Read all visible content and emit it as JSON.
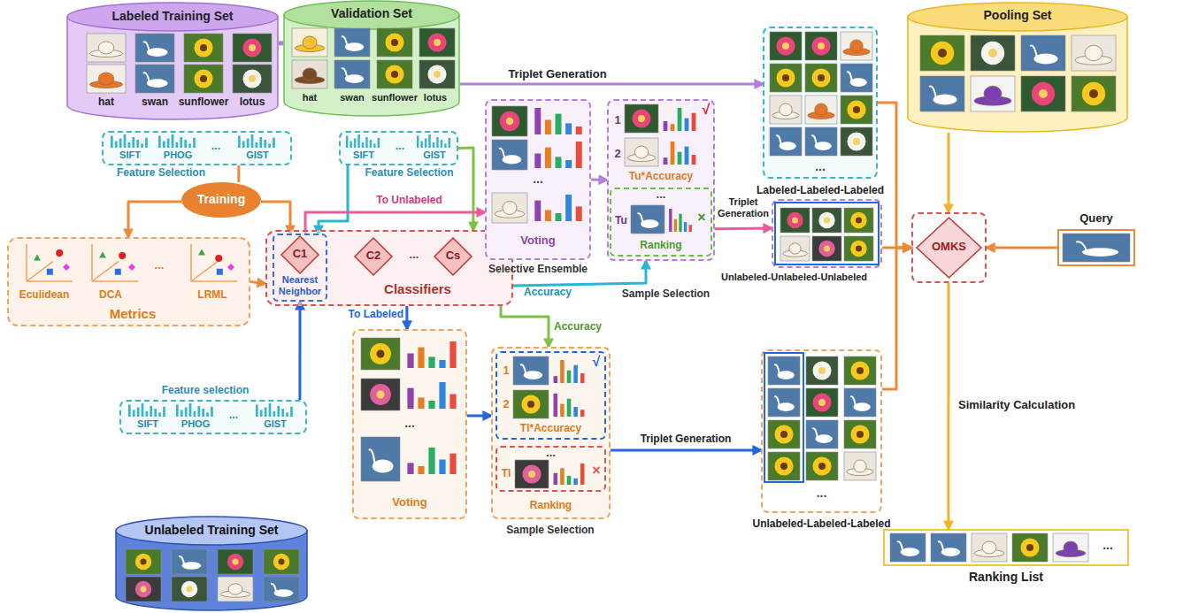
{
  "diagram": {
    "nodes": [
      {
        "text": [
          "Labeled Training Set",
          "hat",
          "swan",
          "sunflower",
          "lotus"
        ]
      },
      {
        "text": [
          "Validation Set",
          "hat",
          "swan",
          "sunflower",
          "lotus"
        ]
      },
      {
        "text": [
          "SIFT",
          "PHOG",
          "...",
          "GIST",
          "Feature Selection"
        ]
      },
      {
        "text": [
          "SIFT",
          "...",
          "GIST",
          "Feature Selection"
        ]
      },
      {
        "text": [
          "Training"
        ]
      },
      {
        "text": [
          "Eculidean",
          "DCA",
          "...",
          "LRML",
          "Metrics"
        ]
      },
      {
        "text": [
          "...",
          "Classifiers"
        ]
      },
      {
        "text": [
          "Nearest Neighbor"
        ],
        "in": 6
      },
      {
        "text": [
          "C1"
        ],
        "in": 7
      },
      {
        "text": [
          "C2"
        ],
        "in": 6
      },
      {
        "text": [
          "Cs"
        ],
        "in": 6
      },
      {
        "text": [
          "...",
          "Voting"
        ]
      },
      {
        "text": [
          "1",
          "√",
          "2",
          "Tu*Accuracy"
        ]
      },
      {
        "text": [
          "...",
          "Tu",
          "×",
          "Ranking"
        ],
        "in": 12
      },
      {
        "text": [
          "...",
          "Labeled-Labeled-Labeled"
        ]
      },
      {
        "text": [
          "Unlabeled-Unlabeled-Unlabeled"
        ]
      },
      {
        "text": [
          "Pooling Set"
        ]
      },
      {
        "text": [
          "OMKS"
        ]
      },
      {
        "text": [
          "Query"
        ]
      },
      {
        "text": [
          "Feature selection",
          "SIFT",
          "PHOG",
          "...",
          "GIST"
        ]
      },
      {
        "text": [
          "Unlabeled Training Set"
        ]
      },
      {
        "text": [
          "...",
          "Voting"
        ]
      },
      {
        "text": [
          "Ranking"
        ]
      },
      {
        "text": [
          "1",
          "√",
          "2",
          "Tl*Accuracy"
        ],
        "in": 22
      },
      {
        "text": [
          "...",
          "Tl",
          "×"
        ],
        "in": 22
      },
      {
        "text": [
          "...",
          "Unlabeled-Labeled-Labeled"
        ]
      },
      {
        "text": [
          "...",
          "Ranking List"
        ]
      }
    ],
    "edges": [
      {
        "from": 0,
        "to": 1,
        "arrow": "none"
      },
      {
        "from": 1,
        "to": 14,
        "arrow": "to",
        "label": "Triplet Generation"
      },
      {
        "from": 2,
        "to": 4,
        "arrow": "none"
      },
      {
        "from": 4,
        "to": 5,
        "arrow": "to"
      },
      {
        "from": 4,
        "to": 7,
        "arrow": "to"
      },
      {
        "from": 5,
        "to": 6,
        "arrow": "to"
      },
      {
        "from": 3,
        "to": 7,
        "arrow": "to"
      },
      {
        "from": 3,
        "to": 6,
        "arrow": "to"
      },
      {
        "from": 19,
        "to": 7,
        "arrow": "to"
      },
      {
        "from": 7,
        "to": 11,
        "arrow": "to",
        "label": "To Unlabeled"
      },
      {
        "from": 6,
        "to": 21,
        "arrow": "to",
        "label": "To Labeled"
      },
      {
        "from": 6,
        "to": 22,
        "arrow": "to",
        "label": "Accuracy"
      },
      {
        "from": 6,
        "to": 12,
        "arrow": "to",
        "label": "Accuracy"
      },
      {
        "from": 11,
        "to": 12,
        "arrow": "to"
      },
      {
        "from": 21,
        "to": 22,
        "arrow": "to"
      },
      {
        "from": 12,
        "to": 15,
        "arrow": "to",
        "label": "Triplet Generation"
      },
      {
        "from": 22,
        "to": 25,
        "arrow": "to",
        "label": "Triplet Generation"
      },
      {
        "from": 14,
        "to": 17,
        "arrow": "to"
      },
      {
        "from": 15,
        "to": 17,
        "arrow": "to"
      },
      {
        "from": 25,
        "to": 17,
        "arrow": "to"
      },
      {
        "from": 16,
        "to": 17,
        "arrow": "to"
      },
      {
        "from": 18,
        "to": 17,
        "arrow": "to"
      },
      {
        "from": 17,
        "to": 26,
        "arrow": "to",
        "label": "Similarity Calculation"
      }
    ],
    "labels": [
      "Selective Ensemble",
      "Sample Selection",
      "Sample Selection"
    ]
  }
}
